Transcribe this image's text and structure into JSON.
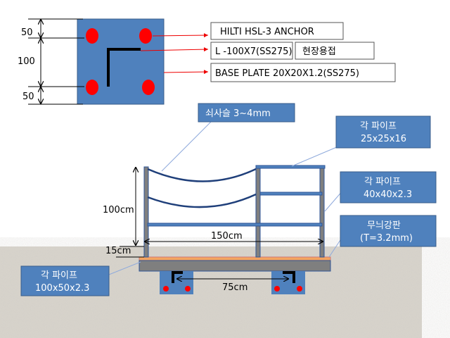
{
  "plan": {
    "dim_top": "50",
    "dim_mid": "100",
    "dim_bottom": "50",
    "callouts": {
      "anchor": "HILTI HSL-3 ANCHOR",
      "angle": "L -100X7(SS275)",
      "weld": "현장용접",
      "base_plate": "BASE PLATE 20X20X1.2(SS275)"
    }
  },
  "elevation": {
    "chain_label": "쇠사슬 3~4mm",
    "pipe_top_line1": "각 파이프",
    "pipe_top_line2": "25x25x16",
    "pipe_mid_line1": "각 파이프",
    "pipe_mid_line2": "40x40x2.3",
    "plate_line1": "무늬강판",
    "plate_line2": "(T=3.2mm)",
    "pipe_base_line1": "각 파이프",
    "pipe_base_line2": "100x50x2.3",
    "height": "100cm",
    "width": "150cm",
    "base_height": "15cm",
    "footing_spacing": "75cm"
  },
  "colors": {
    "blue": "#4f81bd",
    "bolt": "#ff0000",
    "rail": "#2f5597",
    "orange": "#f4a460"
  }
}
